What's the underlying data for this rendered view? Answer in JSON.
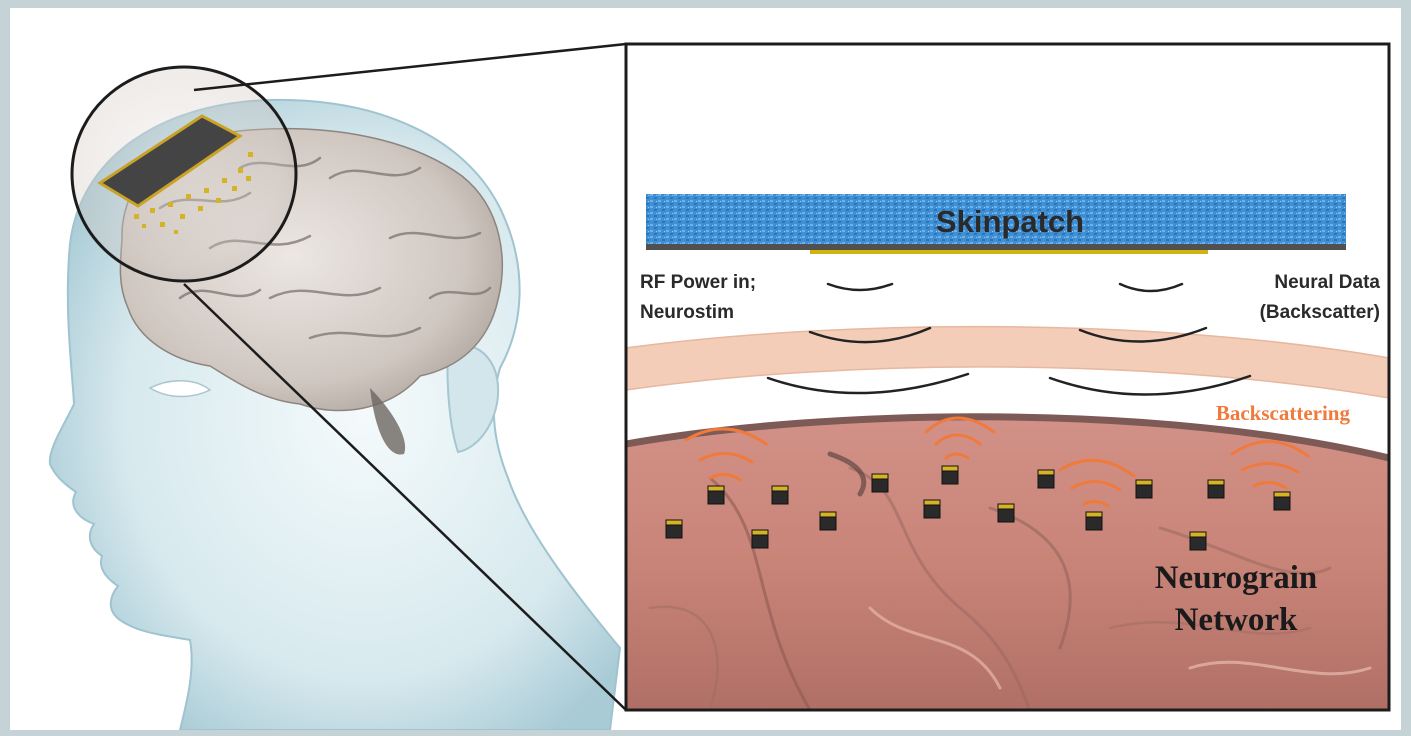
{
  "labels": {
    "skinpatch": "Skinpatch",
    "rf_power_line1": "RF Power in;",
    "rf_power_line2": "Neurostim",
    "neural_data_line1": "Neural Data",
    "neural_data_line2": "(Backscatter)",
    "backscattering": "Backscattering",
    "neurograin_line1": "Neurograin",
    "neurograin_line2": "Network"
  },
  "colors": {
    "skinpatch_blue": "#3d8fd6",
    "skin_layer": "#f4cdb8",
    "brain_surface": "#d7968c",
    "backscatter_orange": "#f07a3c",
    "neurograin_gold": "#d6b326"
  }
}
